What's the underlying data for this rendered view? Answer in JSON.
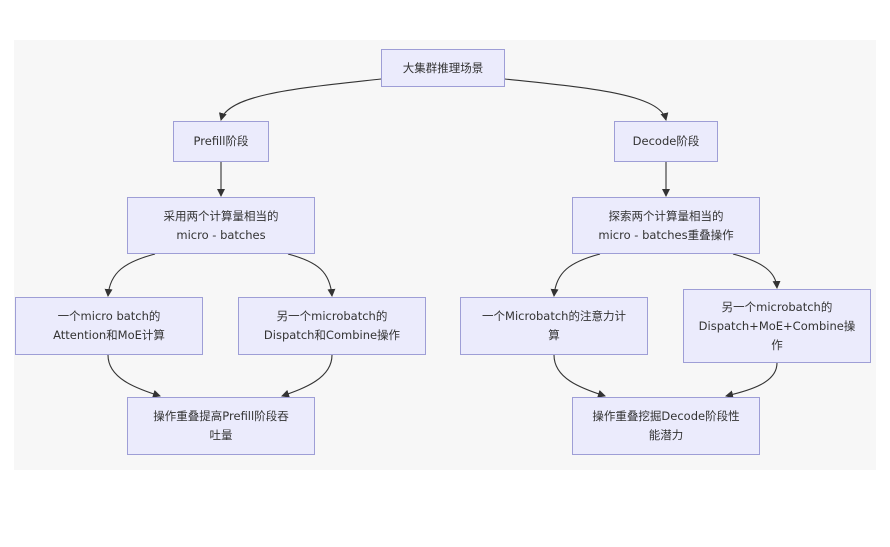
{
  "nodes": {
    "root": "大集群推理场景",
    "prefill": "Prefill阶段",
    "decode": "Decode阶段",
    "prefill_micro": "采用两个计算量相当的\nmicro - batches",
    "decode_micro": "探索两个计算量相当的\nmicro - batches重叠操作",
    "prefill_attn": "一个micro batch的\nAttention和MoE计算",
    "prefill_dispatch": "另一个microbatch的\nDispatch和Combine操作",
    "decode_attn": "一个Microbatch的注意力计\n算",
    "decode_dispatch": "另一个microbatch的\nDispatch+MoE+Combine操\n作",
    "prefill_result": "操作重叠提高Prefill阶段吞\n吐量",
    "decode_result": "操作重叠挖掘Decode阶段性\n能潜力"
  },
  "colors": {
    "node_fill": "#ebebfc",
    "node_border": "#9e9ed6",
    "edge": "#333333",
    "text": "#333333"
  }
}
